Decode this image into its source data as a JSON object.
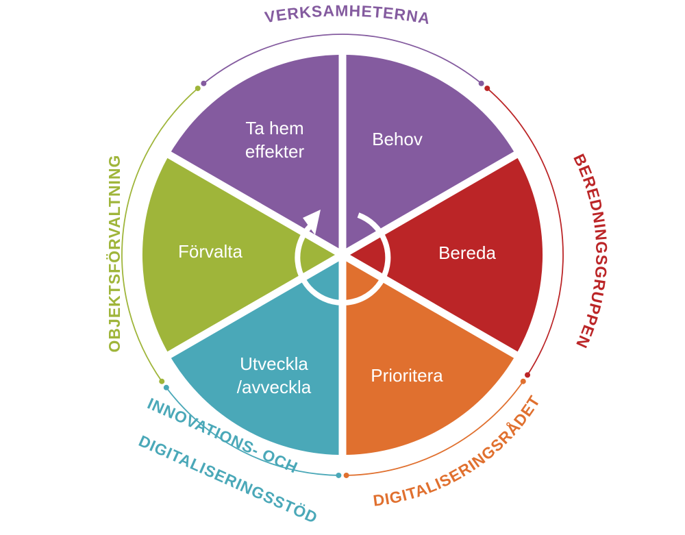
{
  "colors": {
    "purple": "#845b9f",
    "red": "#bb2527",
    "orange": "#e0702f",
    "teal": "#4aa8b8",
    "green": "#9fb53a",
    "white": "#ffffff"
  },
  "segments": [
    {
      "id": "behov",
      "lines": [
        "Behov"
      ],
      "color": "#845b9f"
    },
    {
      "id": "bereda",
      "lines": [
        "Bereda"
      ],
      "color": "#bb2527"
    },
    {
      "id": "prioritera",
      "lines": [
        "Prioritera"
      ],
      "color": "#e0702f"
    },
    {
      "id": "utveckla",
      "lines": [
        "Utveckla",
        "/avveckla"
      ],
      "color": "#4aa8b8"
    },
    {
      "id": "forvalta",
      "lines": [
        "Förvalta"
      ],
      "color": "#9fb53a"
    },
    {
      "id": "ta-hem",
      "lines": [
        "Ta hem",
        "effekter"
      ],
      "color": "#845b9f"
    }
  ],
  "ring": [
    {
      "id": "verksamheterna",
      "label": "VERKSAMHETERNA",
      "color": "#845b9f"
    },
    {
      "id": "beredningsgruppen",
      "label": "BEREDNINGSGRUPPEN",
      "color": "#bb2527"
    },
    {
      "id": "digitaliseringsradet",
      "label": "DIGITALISERINGSRÅDET",
      "color": "#e0702f"
    },
    {
      "id": "innovations",
      "lines": [
        "INNOVATIONS- OCH",
        "DIGITALISERINGSSTÖD"
      ],
      "color": "#4aa8b8"
    },
    {
      "id": "objektsforvaltning",
      "label": "OBJEKTSFÖRVALTNING",
      "color": "#9fb53a"
    }
  ]
}
